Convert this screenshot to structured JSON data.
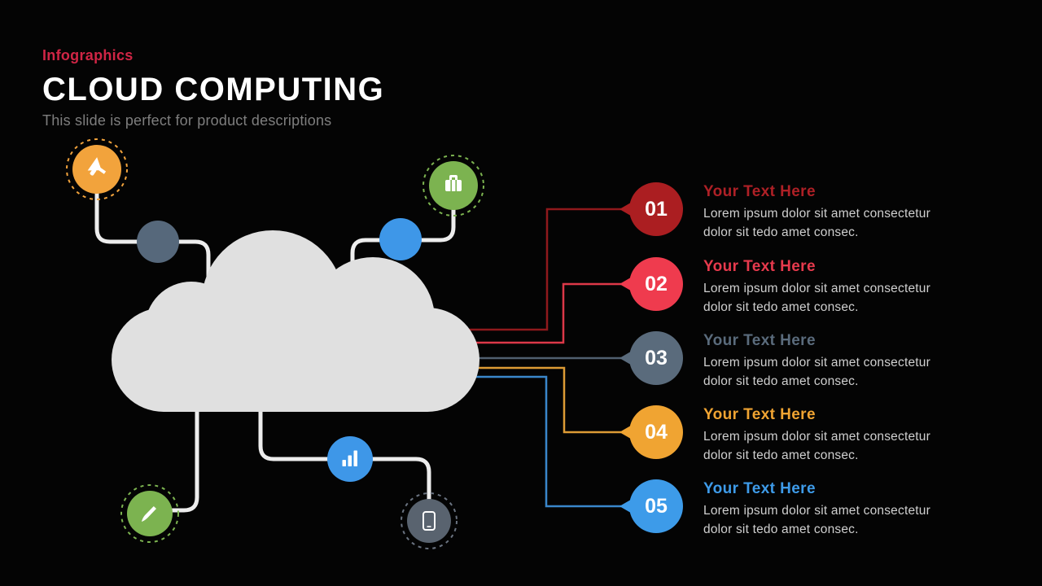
{
  "header": {
    "eyebrow": "Infographics",
    "eyebrow_color": "#D02545",
    "title": "CLOUD COMPUTING",
    "subtitle": "This slide is perfect for product descriptions"
  },
  "items": [
    {
      "number": "01",
      "title": "Your Text Here",
      "body": "Lorem ipsum dolor sit amet consectetur dolor sit tedo amet consec.",
      "circle_color": "#AB1E21",
      "title_color": "#AE2026",
      "line_color": "#8F191C"
    },
    {
      "number": "02",
      "title": "Your Text Here",
      "body": "Lorem ipsum dolor sit amet consectetur dolor sit tedo amet consec.",
      "circle_color": "#EF3B4E",
      "title_color": "#E73A4D",
      "line_color": "#DC3848"
    },
    {
      "number": "03",
      "title": "Your Text Here",
      "body": "Lorem ipsum dolor sit amet consectetur dolor sit tedo amet consec.",
      "circle_color": "#5A6B7C",
      "title_color": "#5A6B7C",
      "line_color": "#505F6F"
    },
    {
      "number": "04",
      "title": "Your Text Here",
      "body": "Lorem ipsum dolor sit amet consectetur dolor sit tedo amet consec.",
      "circle_color": "#F0A432",
      "title_color": "#F0A432",
      "line_color": "#DD9B35"
    },
    {
      "number": "05",
      "title": "Your Text Here",
      "body": "Lorem ipsum dolor sit amet consectetur dolor sit tedo amet consec.",
      "circle_color": "#3D9BE9",
      "title_color": "#3E9BE9",
      "line_color": "#3A87CB"
    }
  ],
  "diagram": {
    "cloud_color": "#E0E0E0",
    "connector_color": "#EDEDED",
    "nodes": {
      "megaphone": {
        "icon": "megaphone-icon",
        "color": "#F2A33C"
      },
      "briefcase": {
        "icon": "briefcase-icon",
        "color": "#7CB350"
      },
      "dot_left": {
        "color": "#56687B"
      },
      "dot_right": {
        "color": "#3E97E8"
      },
      "chart": {
        "icon": "bar-chart-icon",
        "color": "#3E97E8"
      },
      "phone": {
        "icon": "smartphone-icon",
        "color": "#59636F",
        "ring_color": "#6A7380"
      },
      "brush": {
        "icon": "paintbrush-icon",
        "color": "#7CB350"
      }
    }
  }
}
